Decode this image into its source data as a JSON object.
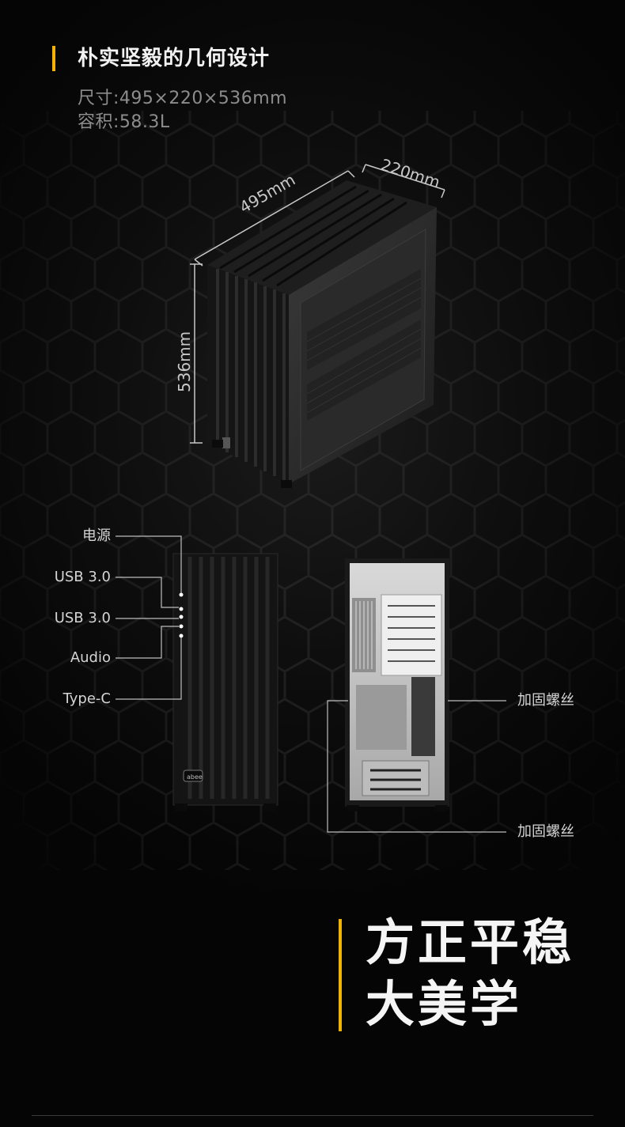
{
  "heading": {
    "title": "朴实坚毅的几何设计",
    "accent_color": "#f0b400"
  },
  "specs": {
    "size": "尺寸:495×220×536mm",
    "volume": "容积:58.3L"
  },
  "dimensions": {
    "depth": "495mm",
    "width": "220mm",
    "height": "536mm"
  },
  "front_ports": {
    "power": "电源",
    "usb_a": "USB 3.0",
    "usb_b": "USB 3.0",
    "audio": "Audio",
    "type_c": "Type-C"
  },
  "badge": "abee",
  "back_callouts": {
    "upper": "加固螺丝",
    "lower": "加固螺丝"
  },
  "slogan": {
    "line1": "方正平稳",
    "line2": "大美学"
  },
  "colors": {
    "background": "#050505",
    "accent": "#f0b400"
  }
}
